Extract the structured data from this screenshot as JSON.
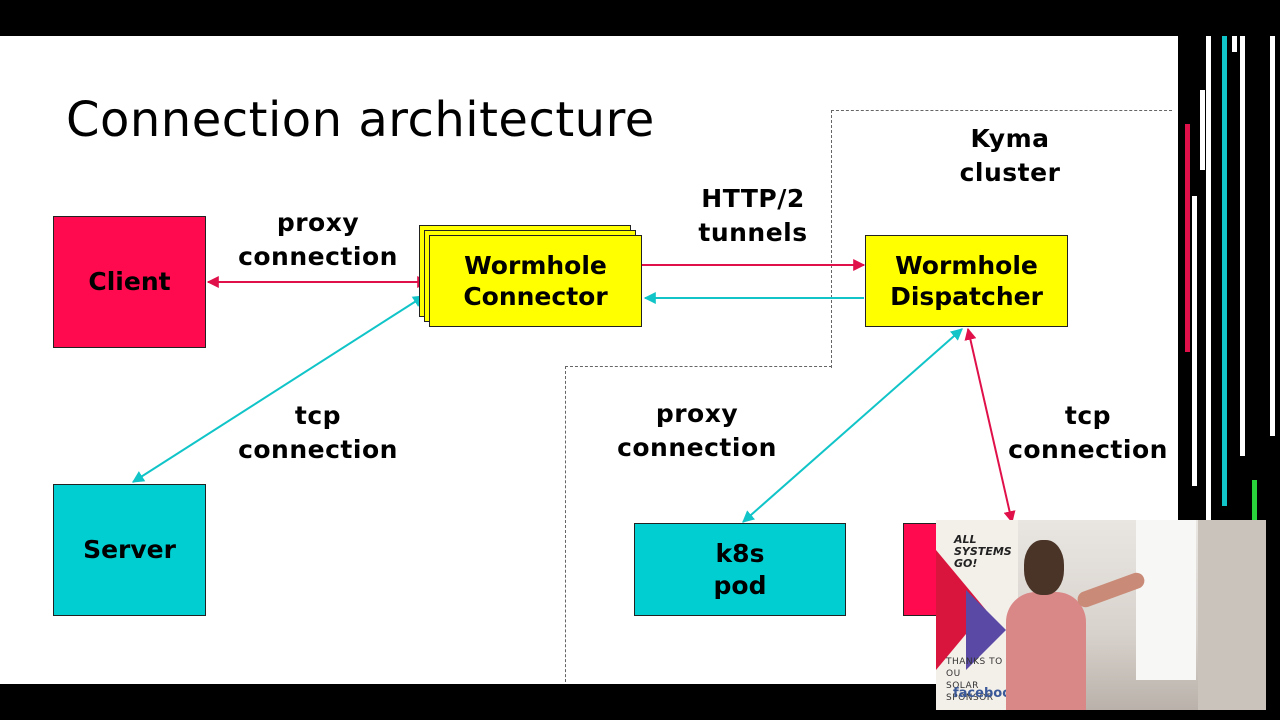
{
  "slide": {
    "title": "Connection architecture",
    "region_label": [
      "Kyma",
      "cluster"
    ]
  },
  "nodes": {
    "client": "Client",
    "server": "Server",
    "connector": [
      "Wormhole",
      "Connector"
    ],
    "dispatcher": [
      "Wormhole",
      "Dispatcher"
    ],
    "k8s_pod": [
      "k8s",
      "pod"
    ]
  },
  "edge_labels": {
    "client_connector": [
      "proxy",
      "connection"
    ],
    "connector_server": [
      "tcp",
      "connection"
    ],
    "tunnels": [
      "HTTP/2",
      "tunnels"
    ],
    "dispatcher_pod": [
      "proxy",
      "connection"
    ],
    "dispatcher_tcp": [
      "tcp",
      "connection"
    ]
  },
  "colors": {
    "red": "#ff0a4e",
    "cyan": "#00ced1",
    "yellow": "#ffff00"
  },
  "webcam": {
    "banner_text": [
      "ALL",
      "SYSTEMS",
      "GO!"
    ],
    "banner_small": [
      "THANKS TO OU",
      "SOLAR SPONSOR"
    ],
    "banner_brand": "facebook"
  }
}
